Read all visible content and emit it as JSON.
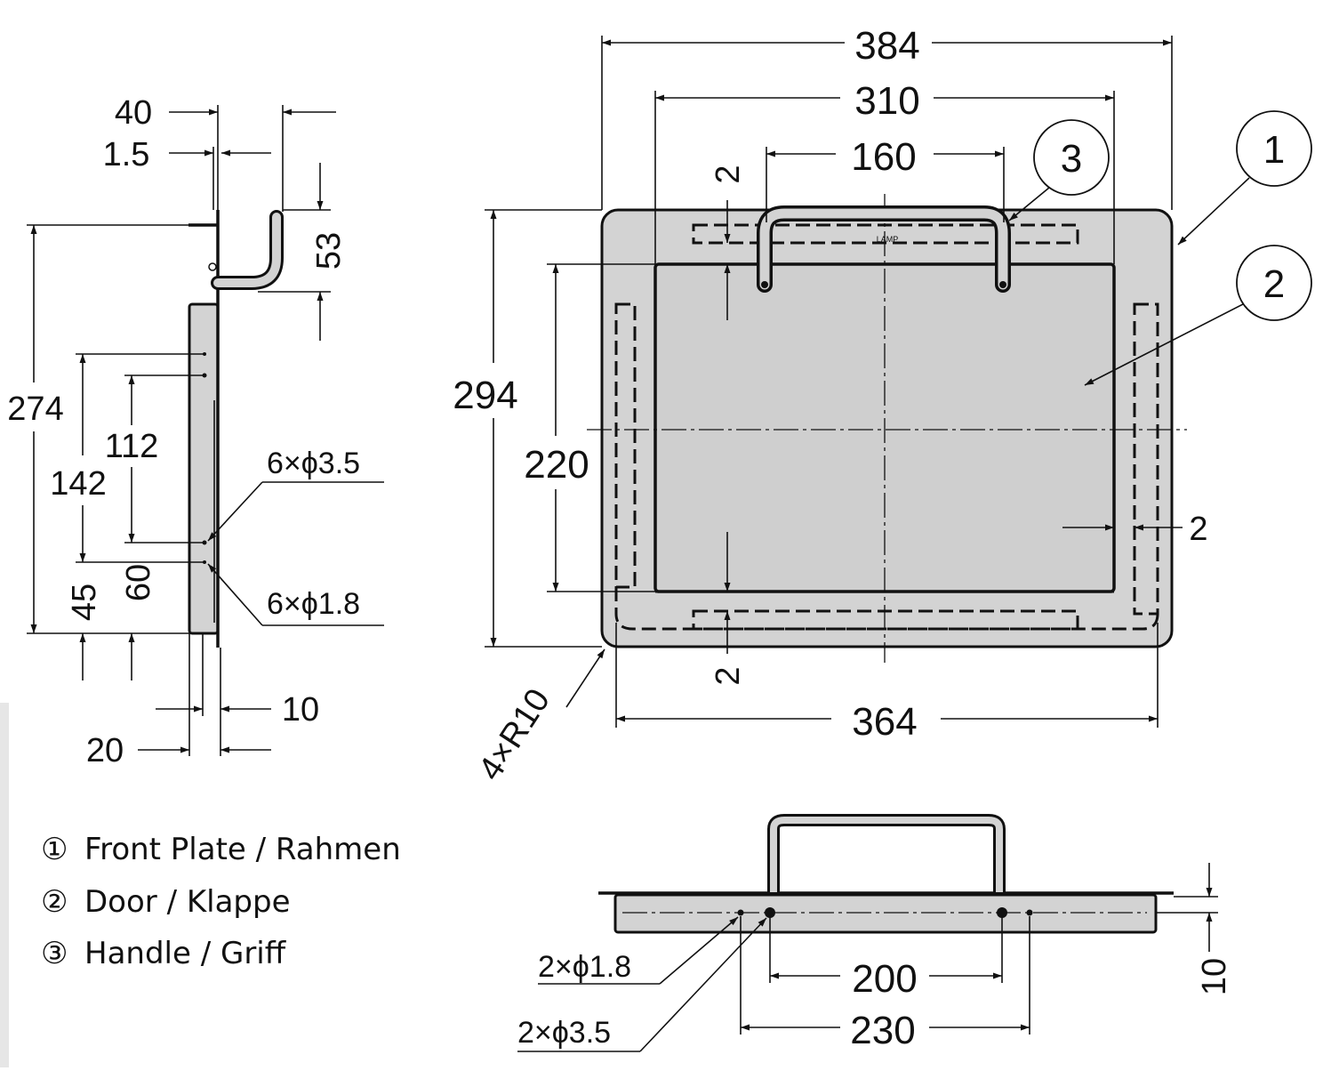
{
  "front_view": {
    "width_overall": "384",
    "width_door_opening": "310",
    "handle_spacing": "160",
    "height_overall": "294",
    "height_door": "220",
    "gap_top": "2",
    "gap_right": "2",
    "gap_bottom": "2",
    "cutout_width": "364",
    "corner_radius": "4×R10",
    "handle_marking": "LAMP"
  },
  "side_view": {
    "depth_handle": "40",
    "plate_thickness": "1.5",
    "handle_height": "53",
    "height_overall": "274",
    "hole_distance_142": "142",
    "hole_distance_112": "112",
    "offset_45": "45",
    "offset_60": "60",
    "holes_large": "6×ϕ3.5",
    "holes_small": "6×ϕ1.8",
    "depth_10": "10",
    "depth_20": "20"
  },
  "bottom_view": {
    "hole_spacing_inner": "200",
    "hole_spacing_outer": "230",
    "depth": "10",
    "holes_small": "2×ϕ1.8",
    "holes_large": "2×ϕ3.5"
  },
  "callouts": [
    "1",
    "2",
    "3"
  ],
  "legend": [
    {
      "symbol": "①",
      "label": "Front Plate / Rahmen"
    },
    {
      "symbol": "②",
      "label": "Door / Klappe"
    },
    {
      "symbol": "③",
      "label": "Handle / Griff"
    }
  ]
}
